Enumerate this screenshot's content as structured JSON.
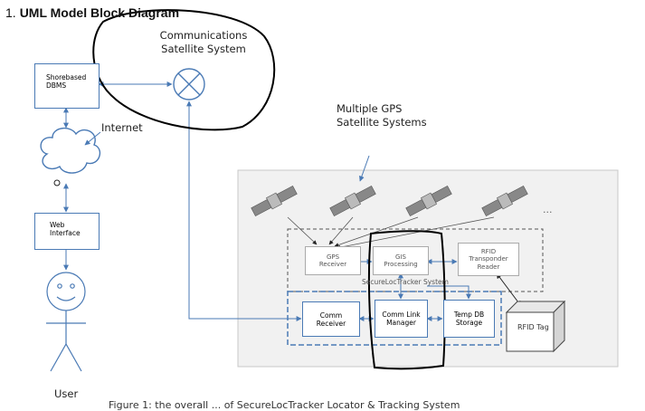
{
  "heading": {
    "number": "1.",
    "title": "UML Model Block Diagram"
  },
  "nodes": {
    "shorebased": {
      "line1": "Shorebased",
      "line2": "DBMS"
    },
    "web": {
      "line1": "Web",
      "line2": "Interface"
    },
    "comm_sat": {
      "line1": "Communications",
      "line2": "Satellite System"
    },
    "internet": "Internet",
    "gps_sats": {
      "line1": "Multiple GPS",
      "line2": "Satellite Systems"
    },
    "ellipsis": "...",
    "gps_receiver": {
      "line1": "GPS",
      "line2": "Receiver"
    },
    "gis": {
      "line1": "GIS",
      "line2": "Processing"
    },
    "rfid_reader": {
      "line1": "RFID",
      "line2": "Transponder",
      "line3": "Reader"
    },
    "tracker_label": "SecureLocTracker System",
    "comm_receiver": {
      "line1": "Comm",
      "line2": "Receiver"
    },
    "comm_link": {
      "line1": "Comm Link",
      "line2": "Manager"
    },
    "temp_db": {
      "line1": "Temp DB",
      "line2": "Storage"
    },
    "rfid_tag": "RFID Tag",
    "user": "User"
  },
  "caption": "Figure 1: the overall ... of SecureLocTracker Locator & Tracking System",
  "colors": {
    "connector": "#4a7ab5",
    "handdrawn": "#000000",
    "panel": "#f1f1f1"
  }
}
